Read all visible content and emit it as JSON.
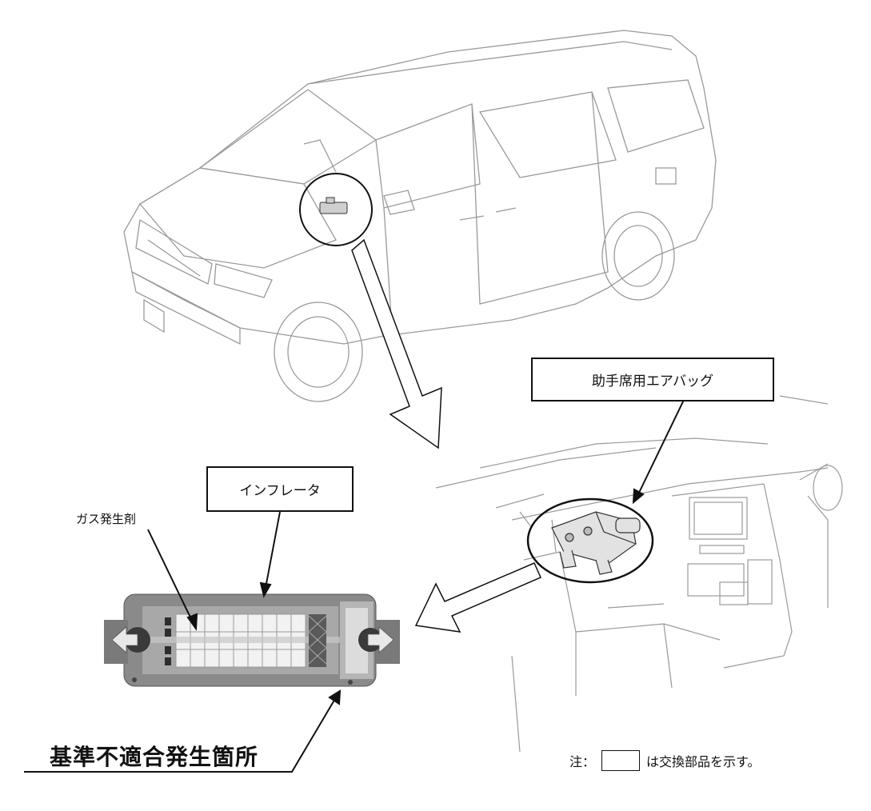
{
  "labels": {
    "airbag": "助手席用エアバッグ",
    "inflator": "インフレータ",
    "propellant": "ガス発生剤",
    "defect_location": "基準不適合発生箇所"
  },
  "note": {
    "prefix": "注：",
    "suffix": "は交換部品を示す。"
  },
  "colors": {
    "line": "#222222",
    "car_line": "#9a9a9a",
    "inflator_body": "#8a8a8a",
    "inflator_dark": "#4a4a4a",
    "propellant_cell": "#f2f2f2"
  }
}
